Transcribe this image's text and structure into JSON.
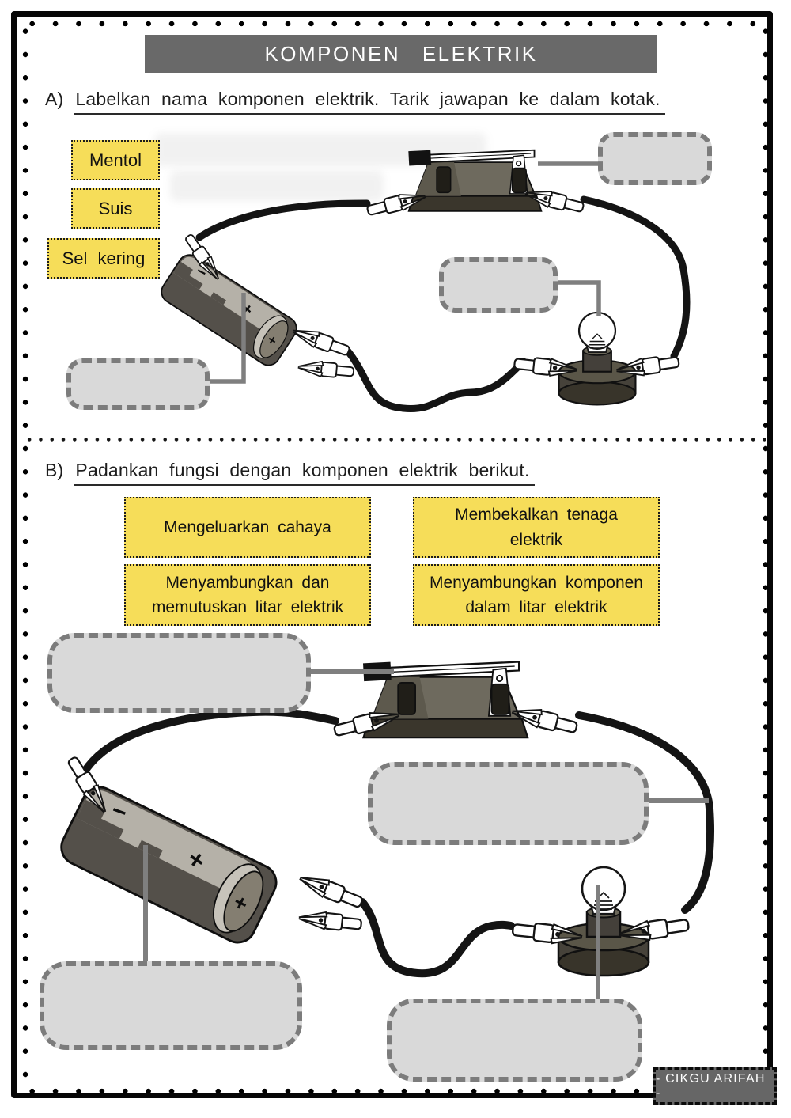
{
  "header": {
    "title": "KOMPONEN ELEKTRIK"
  },
  "section_a": {
    "label": "A)",
    "instruction": "Labelkan nama komponen elektrik. Tarik jawapan ke dalam kotak.",
    "chips": [
      {
        "label": "Mentol"
      },
      {
        "label": "Suis"
      },
      {
        "label": "Sel kering"
      }
    ]
  },
  "section_b": {
    "label": "B)",
    "instruction": "Padankan fungsi dengan komponen elektrik berikut.",
    "cards": [
      {
        "label": "Mengeluarkan cahaya"
      },
      {
        "label": "Membekalkan tenaga\nelektrik"
      },
      {
        "label": "Menyambungkan dan\nmemutuskan litar elektrik"
      },
      {
        "label": "Menyambungkan komponen\ndalam litar elektrik"
      }
    ]
  },
  "illustration": {
    "battery_plus": "+",
    "battery_minus": "−"
  },
  "footer": {
    "credit": "- CIKGU ARIFAH -"
  },
  "colors": {
    "chip_yellow": "#f6dd59",
    "banner_gray": "#696969",
    "dropzone_fill": "#d9d9d9",
    "dropzone_border": "#7c7c7c",
    "ink_black": "#141414"
  }
}
